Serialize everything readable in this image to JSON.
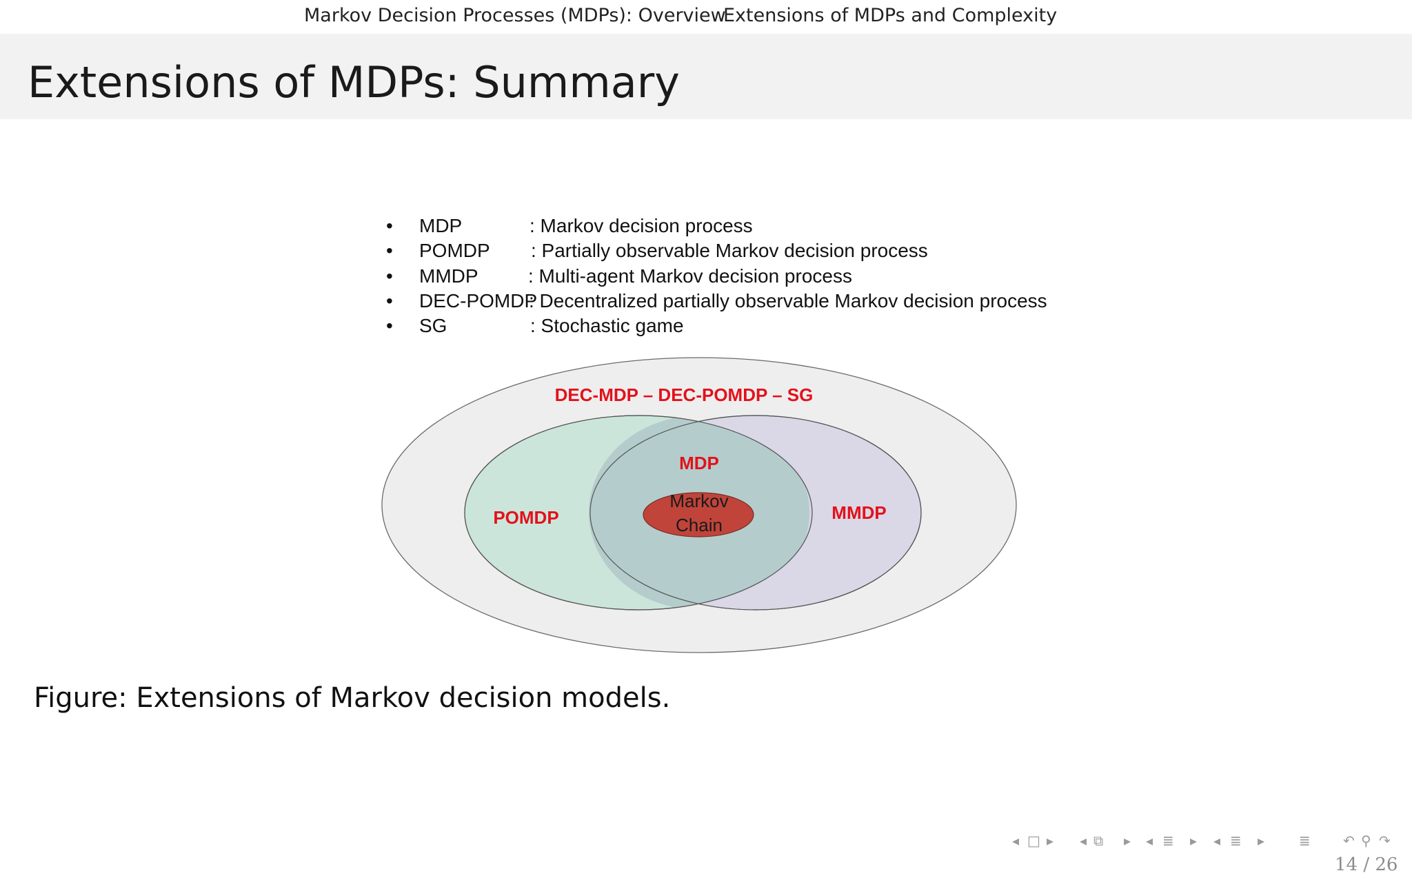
{
  "header": {
    "section": "Markov Decision Processes (MDPs): Overview",
    "subsection": "Extensions of MDPs and Complexity"
  },
  "frame_title": "Extensions of MDPs: Summary",
  "definitions": [
    {
      "abbr": "MDP",
      "desc": ": Markov decision process"
    },
    {
      "abbr": "POMDP",
      "desc": ": Partially observable Markov decision process"
    },
    {
      "abbr": "MMDP",
      "desc": ": Multi-agent Markov decision process"
    },
    {
      "abbr": "DEC-POMDP",
      "desc": ": Decentralized partially observable Markov decision process"
    },
    {
      "abbr": "SG",
      "desc": ": Stochastic game"
    }
  ],
  "diagram": {
    "outer_label": "DEC-MDP – DEC-POMDP – SG",
    "pomdp_label": "POMDP",
    "mmdp_label": "MMDP",
    "mdp_label": "MDP",
    "chain_label_line1": "Markov",
    "chain_label_line2": "Chain",
    "colors": {
      "label_red": "#e3111b",
      "outer_fill": "#eeeeee",
      "pomdp_fill": "#c9e4d9",
      "mmdp_fill": "#d6d2e4",
      "mdp_fill": "#b4cdcc",
      "chain_fill": "#c0443a"
    }
  },
  "caption": "Figure: Extensions of Markov decision models.",
  "navigation": {
    "icons": [
      "nav-prev-arrow-icon",
      "frame-icon",
      "nav-next-arrow-icon",
      "subsection-icon",
      "section-icon",
      "document-icon",
      "undo-icon",
      "search-icon",
      "redo-icon"
    ]
  },
  "page_number": "14 / 26"
}
